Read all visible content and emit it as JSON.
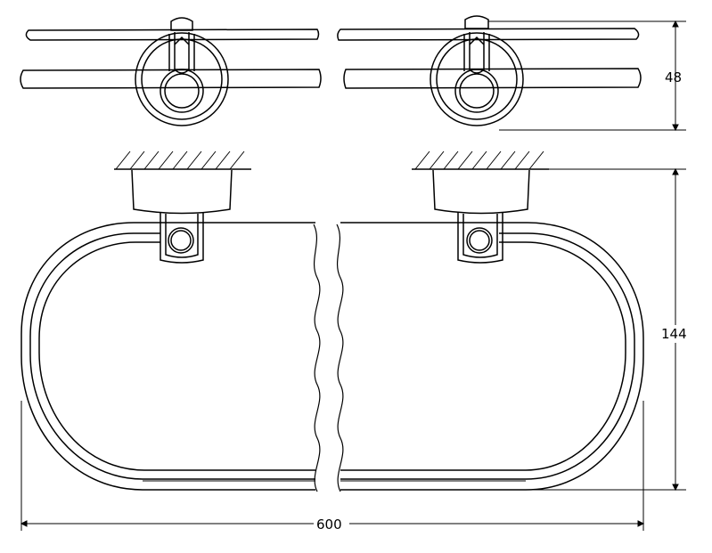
{
  "dimensions": {
    "height_top_view": "48",
    "height_front_view": "144",
    "width_total": "600"
  },
  "colors": {
    "line": "#000000",
    "background": "#ffffff"
  }
}
